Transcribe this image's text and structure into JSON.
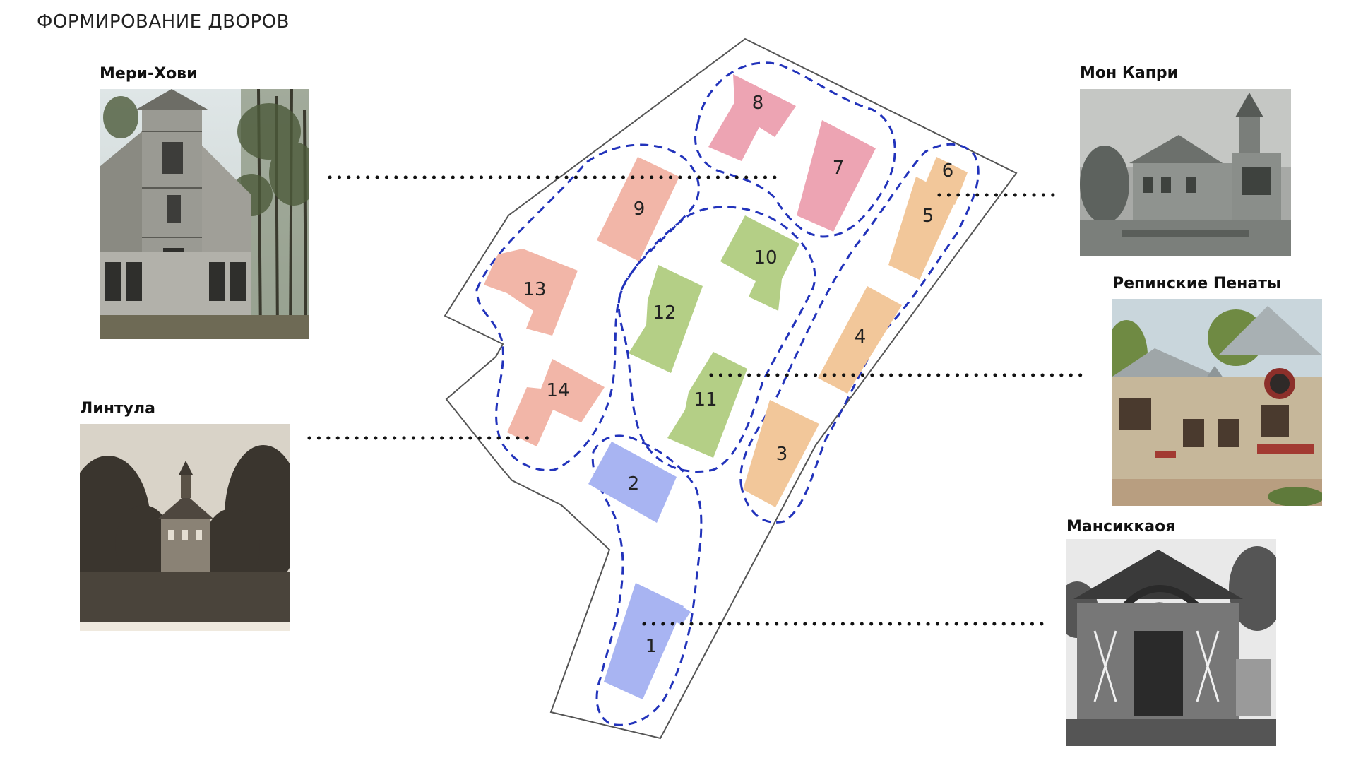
{
  "page": {
    "title": "ФОРМИРОВАНИЕ ДВОРОВ"
  },
  "references": [
    {
      "id": "meri-hovi",
      "label": "Мери-Хови",
      "photo_style": "colour"
    },
    {
      "id": "lintula",
      "label": "Линтула",
      "photo_style": "sepia"
    },
    {
      "id": "mon-kapri",
      "label": "Мон Капри",
      "photo_style": "grey"
    },
    {
      "id": "repinskie-penaty",
      "label": "Репинские Пенаты",
      "photo_style": "colour"
    },
    {
      "id": "mansikkaoya",
      "label": "Мансиккаоя",
      "photo_style": "black-and-white"
    }
  ],
  "site_plan": {
    "buildings": [
      {
        "number": "1",
        "group_color": "#a8b4f2"
      },
      {
        "number": "2",
        "group_color": "#a8b4f2"
      },
      {
        "number": "3",
        "group_color": "#f2c79a"
      },
      {
        "number": "4",
        "group_color": "#f2c79a"
      },
      {
        "number": "5",
        "group_color": "#f2c79a"
      },
      {
        "number": "6",
        "group_color": "#f2c79a"
      },
      {
        "number": "7",
        "group_color": "#eda4b3"
      },
      {
        "number": "8",
        "group_color": "#eda4b3"
      },
      {
        "number": "9",
        "group_color": "#f2b6a8"
      },
      {
        "number": "10",
        "group_color": "#b4cf86"
      },
      {
        "number": "11",
        "group_color": "#b4cf86"
      },
      {
        "number": "12",
        "group_color": "#b4cf86"
      },
      {
        "number": "13",
        "group_color": "#f2b6a8"
      },
      {
        "number": "14",
        "group_color": "#f2b6a8"
      }
    ],
    "courtyard_outline_color": "#2233bb",
    "boundary_color": "#555555",
    "connector_color": "#111111"
  }
}
